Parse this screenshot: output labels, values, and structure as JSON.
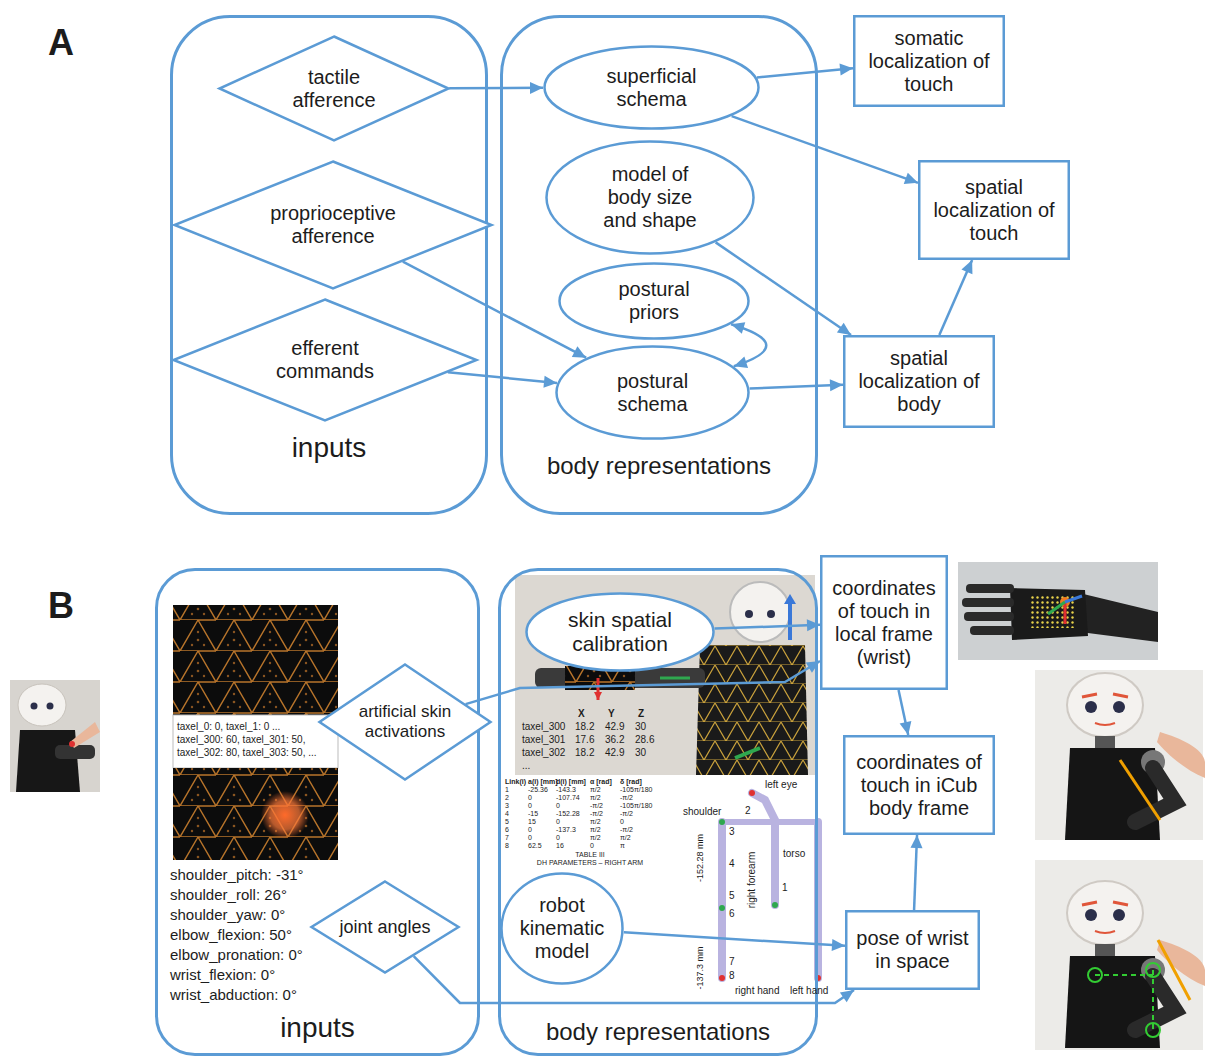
{
  "diagram": {
    "nodes": [
      {
        "text": [
          "inputs"
        ]
      },
      {
        "text": [
          "tactile afference"
        ],
        "in": 0
      },
      {
        "text": [
          "proprioceptive afference"
        ],
        "in": 0
      },
      {
        "text": [
          "efferent commands"
        ],
        "in": 0
      },
      {
        "text": [
          "body representations"
        ]
      },
      {
        "text": [
          "superficial schema"
        ],
        "in": 4
      },
      {
        "text": [
          "model of body size and shape"
        ],
        "in": 4
      },
      {
        "text": [
          "postural priors"
        ],
        "in": 4
      },
      {
        "text": [
          "postural schema"
        ],
        "in": 4
      },
      {
        "text": [
          "somatic localization of touch"
        ]
      },
      {
        "text": [
          "spatial localization of touch"
        ]
      },
      {
        "text": [
          "spatial localization of body"
        ]
      },
      {
        "text": [
          "inputs"
        ]
      },
      {
        "text": [
          "artificial skin activations"
        ],
        "in": 12
      },
      {
        "text": [
          "joint angles"
        ],
        "in": 12
      },
      {
        "text": [
          "body representations"
        ]
      },
      {
        "text": [
          "skin spatial calibration"
        ],
        "in": 15
      },
      {
        "text": [
          "robot kinematic model"
        ],
        "in": 15
      },
      {
        "text": [
          "coordinates of touch in local frame (wrist)"
        ]
      },
      {
        "text": [
          "coordinates of touch in iCub body frame"
        ]
      },
      {
        "text": [
          "pose of wrist in space"
        ]
      }
    ],
    "edges": [
      {
        "from": 1,
        "to": 5,
        "arrow": "to"
      },
      {
        "from": 5,
        "to": 9,
        "arrow": "to"
      },
      {
        "from": 5,
        "to": 10,
        "arrow": "to"
      },
      {
        "from": 6,
        "to": 11,
        "arrow": "to"
      },
      {
        "from": 7,
        "to": 8,
        "arrow": "both"
      },
      {
        "from": 2,
        "to": 8,
        "arrow": "to"
      },
      {
        "from": 3,
        "to": 8,
        "arrow": "to"
      },
      {
        "from": 8,
        "to": 11,
        "arrow": "to"
      },
      {
        "from": 11,
        "to": 10,
        "arrow": "to"
      },
      {
        "from": 13,
        "to": 18,
        "arrow": "to"
      },
      {
        "from": 16,
        "to": 18,
        "arrow": "to"
      },
      {
        "from": 14,
        "to": 20,
        "arrow": "to"
      },
      {
        "from": 17,
        "to": 20,
        "arrow": "to"
      },
      {
        "from": 18,
        "to": 19,
        "arrow": "to"
      },
      {
        "from": 20,
        "to": 19,
        "arrow": "to"
      }
    ],
    "labels": [
      "A",
      "B",
      "taxel_0: 0, taxel_1: 0 ...",
      "taxel_300: 60, taxel_301: 50,",
      "taxel_302: 80, taxel_303: 50, ...",
      "shoulder_pitch: -31°",
      "shoulder_roll: 26°",
      "shoulder_yaw: 0°",
      "elbow_flexion: 50°",
      "elbow_pronation: 0°",
      "wrist_flexion: 0°",
      "wrist_abduction: 0°",
      "X",
      "Y",
      "Z",
      "taxel_300",
      "18.2",
      "42.9",
      "30",
      "taxel_301",
      "17.6",
      "36.2",
      "28.6",
      "taxel_302",
      "18.2",
      "42.9",
      "30",
      "...",
      "Link(i)",
      "a(i) [mm]",
      "d(i) [mm]",
      "α [rad]",
      "δ [rad]",
      "1",
      "-25.36",
      "-143.3",
      "π/2",
      "-105π/180",
      "2",
      "0",
      "-107.74",
      "π/2",
      "-π/2",
      "3",
      "0",
      "0",
      "-π/2",
      "-105π/180",
      "4",
      "-15",
      "-152.28",
      "-π/2",
      "-π/2",
      "5",
      "15",
      "0",
      "π/2",
      "0",
      "6",
      "0",
      "-137.3",
      "π/2",
      "-π/2",
      "7",
      "0",
      "0",
      "π/2",
      "π/2",
      "8",
      "62.5",
      "16",
      "0",
      "π",
      "TABLE III",
      "DH PARAMETERS – RIGHT ARM",
      "left eye",
      "shoulder",
      "1",
      "2",
      "3",
      "4",
      "5",
      "6",
      "7",
      "8",
      "torso",
      "right forearm",
      "-152.28 mm",
      "-137.3 mm",
      "right hand",
      "left hand"
    ]
  }
}
